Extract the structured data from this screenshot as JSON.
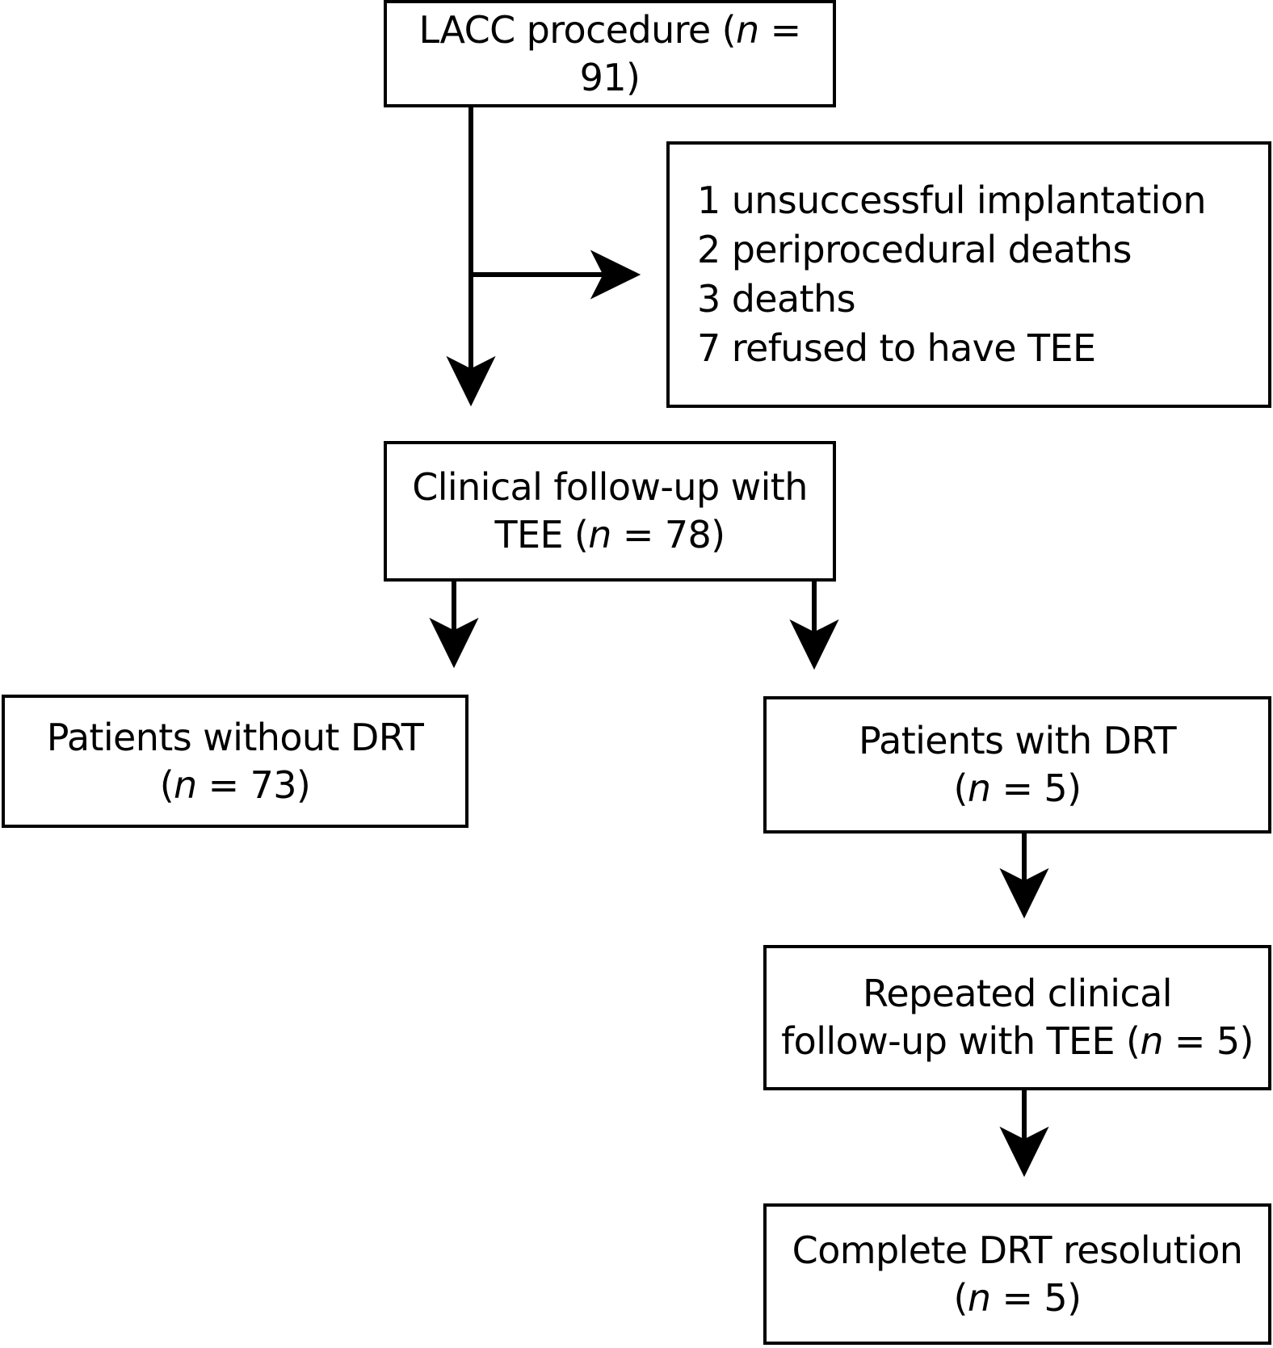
{
  "diagram": {
    "title": "LACC procedure patient flow with TEE follow-up and DRT outcomes",
    "type": "flowchart",
    "stroke_color": "#000000",
    "background_color": "#ffffff",
    "nodes": [
      {
        "id": "lacc-procedure",
        "label": "LACC procedure (n = 91)",
        "text_html": "LACC procedure (<i>n</i> = 91)",
        "count": 91,
        "align": "center"
      },
      {
        "id": "exclusions",
        "label": "1 unsuccessful implantation\n2 periprocedural deaths\n3 deaths\n7 refused to have TEE",
        "text_html": "1 unsuccessful implantation<br>2 periprocedural deaths<br>3 deaths<br>7 refused to have TEE",
        "lines": [
          "1 unsuccessful implantation",
          "2 periprocedural deaths",
          "3 deaths",
          "7 refused to have TEE"
        ],
        "align": "left"
      },
      {
        "id": "clinical-followup-tee",
        "label": "Clinical follow-up with TEE (n = 78)",
        "text_html": "Clinical follow-up with<br>TEE (<i>n</i> = 78)",
        "count": 78,
        "align": "center"
      },
      {
        "id": "patients-without-drt",
        "label": "Patients without DRT (n = 73)",
        "text_html": "Patients without DRT<br>(<i>n</i> = 73)",
        "count": 73,
        "align": "center"
      },
      {
        "id": "patients-with-drt",
        "label": "Patients with DRT (n = 5)",
        "text_html": "Patients with DRT<br>(<i>n</i> = 5)",
        "count": 5,
        "align": "center"
      },
      {
        "id": "repeated-followup-tee",
        "label": "Repeated clinical follow-up with TEE (n = 5)",
        "text_html": "Repeated clinical<br>follow-up with TEE (<i>n</i> = 5)",
        "count": 5,
        "align": "center"
      },
      {
        "id": "complete-drt-resolution",
        "label": "Complete DRT resolution (n = 5)",
        "text_html": "Complete DRT resolution<br>(<i>n</i> = 5)",
        "count": 5,
        "align": "center"
      }
    ],
    "edges": [
      {
        "from": "lacc-procedure",
        "to": "exclusions",
        "style": "elbow-right-arrow"
      },
      {
        "from": "lacc-procedure",
        "to": "clinical-followup-tee",
        "style": "straight-down-arrow"
      },
      {
        "from": "clinical-followup-tee",
        "to": "patients-without-drt",
        "style": "straight-down-arrow"
      },
      {
        "from": "clinical-followup-tee",
        "to": "patients-with-drt",
        "style": "straight-down-arrow"
      },
      {
        "from": "patients-with-drt",
        "to": "repeated-followup-tee",
        "style": "straight-down-arrow"
      },
      {
        "from": "repeated-followup-tee",
        "to": "complete-drt-resolution",
        "style": "straight-down-arrow"
      }
    ]
  }
}
